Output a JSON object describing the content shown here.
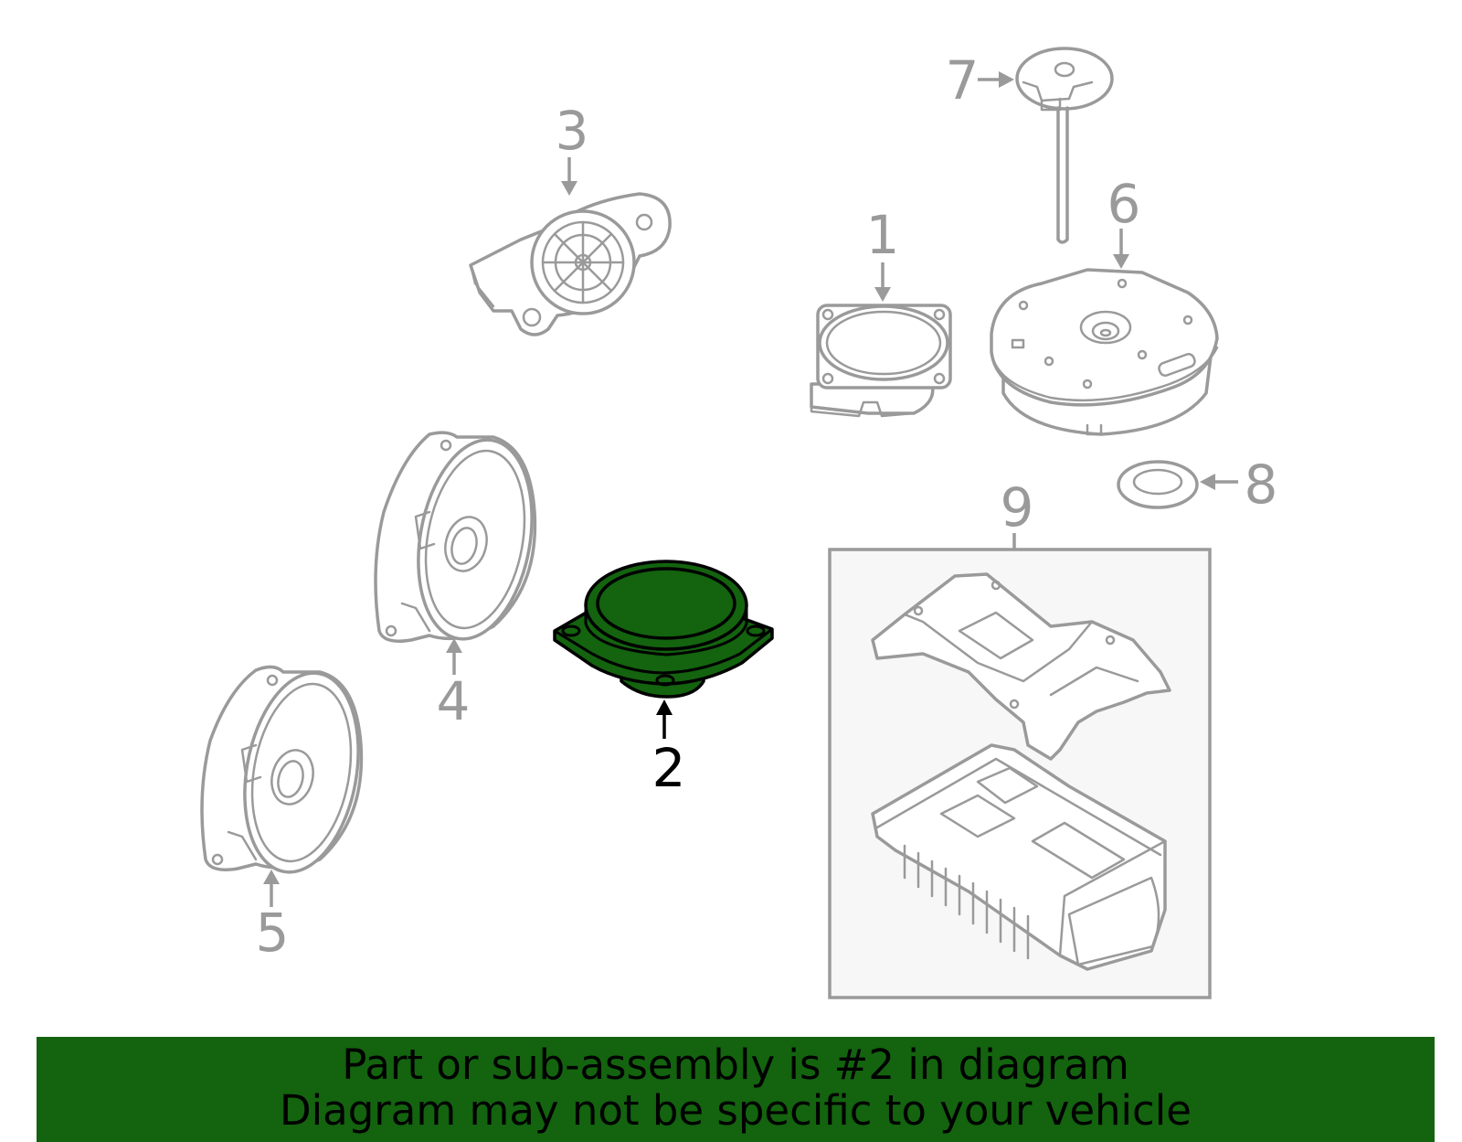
{
  "diagram": {
    "highlight_color": "#13630f",
    "callout_color": "#9a9a9a",
    "selected_part": "2",
    "callouts": [
      "1",
      "2",
      "3",
      "4",
      "5",
      "6",
      "7",
      "8",
      "9"
    ]
  },
  "banner": {
    "line1": "Part or sub-assembly is #2 in diagram",
    "line2": "Diagram may not be specific to your vehicle"
  }
}
